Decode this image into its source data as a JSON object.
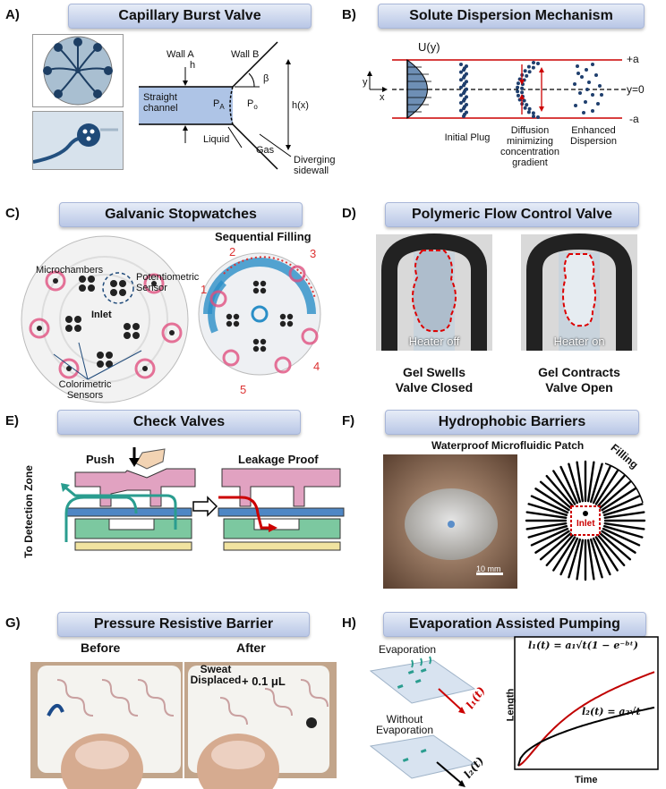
{
  "panels": {
    "a": {
      "letter": "A)",
      "title": "Capillary Burst Valve",
      "labels": {
        "wall_a": "Wall A",
        "wall_b": "Wall B",
        "h": "h",
        "beta": "β",
        "straight": "Straight\nchannel",
        "pa": "P",
        "pa_sub": "A",
        "po": "P",
        "po_sub": "o",
        "hx": "h(x)",
        "liquid": "Liquid",
        "gas": "Gas",
        "diverging": "Diverging\nsidewall"
      }
    },
    "b": {
      "letter": "B)",
      "title": "Solute Dispersion Mechanism",
      "labels": {
        "uy": "U(y)",
        "y": "y",
        "x": "x",
        "plus_a": "+a",
        "y0": "y=0",
        "minus_a": "-a",
        "initial": "Initial Plug",
        "diffusion": "Diffusion\nminimizing\nconcentration\ngradient",
        "enhanced": "Enhanced\nDispersion"
      }
    },
    "c": {
      "letter": "C)",
      "title": "Galvanic Stopwatches",
      "labels": {
        "microchambers": "Microchambers",
        "potentiometric": "Potentiometric\nSensor",
        "inlet": "Inlet",
        "colorimetric": "Colorimetric\nSensors",
        "sequential": "Sequential Filling",
        "n1": "1",
        "n2": "2",
        "n3": "3",
        "n4": "4",
        "n5": "5"
      }
    },
    "d": {
      "letter": "D)",
      "title": "Polymeric Flow Control Valve",
      "labels": {
        "heater_off": "Heater off",
        "heater_on": "Heater on",
        "swells": "Gel Swells\nValve Closed",
        "contracts": "Gel Contracts\nValve Open"
      }
    },
    "e": {
      "letter": "E)",
      "title": "Check Valves",
      "labels": {
        "push": "Push",
        "leakage": "Leakage Proof",
        "detection": "To Detection Zone"
      }
    },
    "f": {
      "letter": "F)",
      "title": "Hydrophobic Barriers",
      "labels": {
        "patch": "Waterproof Microfluidic Patch",
        "filling": "Filling",
        "inlet": "Inlet",
        "scale": "10 mm"
      }
    },
    "g": {
      "letter": "G)",
      "title": "Pressure Resistive Barrier",
      "labels": {
        "before": "Before",
        "after": "After",
        "sweat": "Sweat\nDisplaced",
        "volume": "+ 0.1 μL"
      }
    },
    "h": {
      "letter": "H)",
      "title": "Evaporation Assisted Pumping",
      "labels": {
        "evaporation": "Evaporation",
        "without": "Without\nEvaporation",
        "l1t": "l₁(t)",
        "l2t": "l₂(t)",
        "eq1": "l₁(t) = a₁√t(1 − e⁻ᵇᵗ)",
        "eq2": "l₂(t) = a₂√t",
        "ylabel": "Length",
        "xlabel": "Time"
      }
    }
  },
  "colors": {
    "accent_blue": "#5b9bd5",
    "red": "#d62728",
    "pill_top": "#e6ecf7",
    "pill_bottom": "#b9c7e6"
  },
  "chart_data": {
    "type": "line",
    "xlabel": "Time",
    "ylabel": "Length",
    "series": [
      {
        "name": "l₁(t) = a₁√t(1 − e⁻ᵇᵗ)",
        "color": "#c00000"
      },
      {
        "name": "l₂(t) = a₂√t",
        "color": "#000000"
      }
    ]
  }
}
